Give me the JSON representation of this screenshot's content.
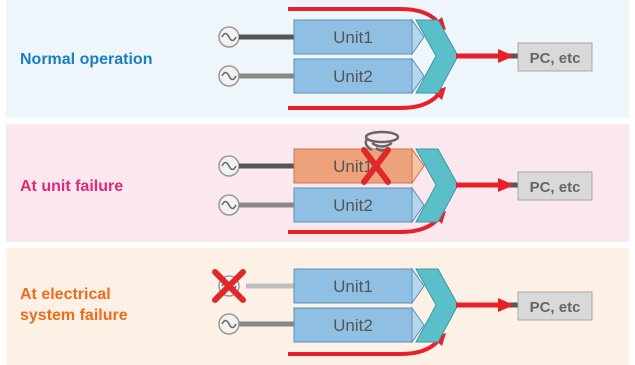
{
  "panels": [
    {
      "label_lines": [
        "Normal operation"
      ],
      "label_color": "#1a7fc1",
      "background": "#eef5fb",
      "unit1": "Unit1",
      "unit2": "Unit2",
      "output": "PC, etc"
    },
    {
      "label_lines": [
        "At unit failure"
      ],
      "label_color": "#e0287a",
      "background": "#fbe8ef",
      "unit1": "Unit1",
      "unit2": "Unit2",
      "output": "PC, etc"
    },
    {
      "label_lines": [
        "At electrical",
        "system failure"
      ],
      "label_color": "#ec6b1e",
      "background": "#fdf1e6",
      "unit1": "Unit1",
      "unit2": "Unit2",
      "output": "PC, etc"
    }
  ],
  "colors": {
    "unit_fill": "#8fc0e4",
    "unit_failed_fill": "#eea27c",
    "arrow": "#e8202a",
    "cross": "#e02828",
    "combiner": "#5bbfc9",
    "output_box": "#d9d9d9"
  },
  "icons": {
    "ac_source": "ac-sine-source-icon",
    "failure": "red-cross-icon",
    "smoke": "smoke-swirl-icon"
  }
}
